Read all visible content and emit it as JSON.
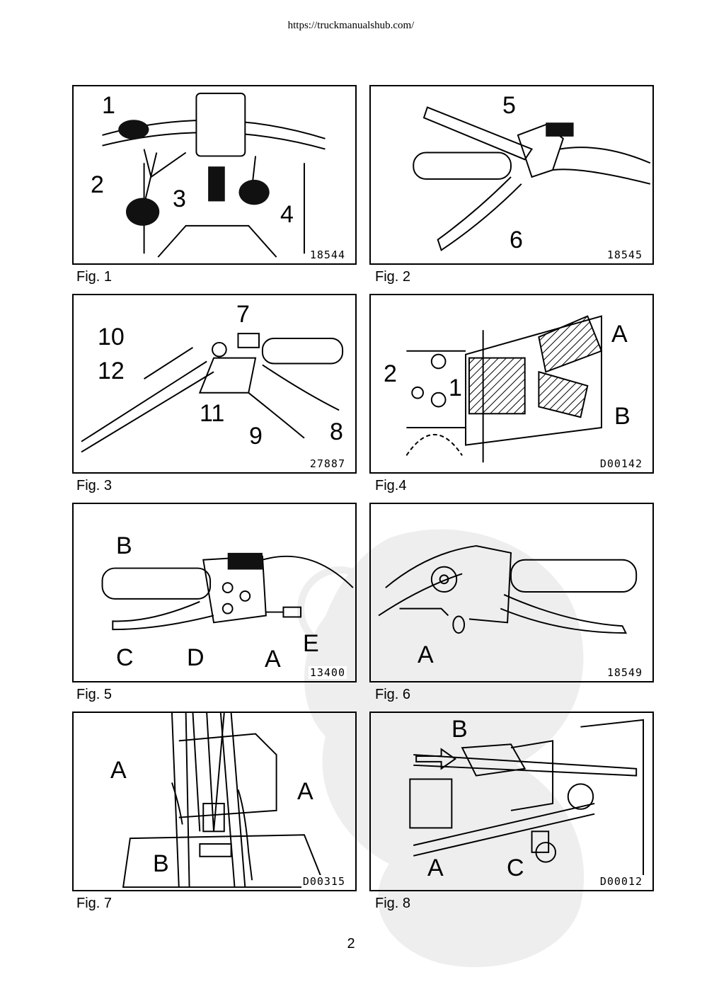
{
  "header": {
    "url": "https://truckmanualshub.com/"
  },
  "figures": [
    {
      "caption": "Fig. 1",
      "number": "18544",
      "labels": [
        "1",
        "2",
        "3",
        "4"
      ]
    },
    {
      "caption": "Fig. 2",
      "number": "18545",
      "labels": [
        "5",
        "6"
      ]
    },
    {
      "caption": "Fig. 3",
      "number": "27887",
      "labels": [
        "7",
        "10",
        "12",
        "11",
        "9",
        "8"
      ]
    },
    {
      "caption": "Fig.4",
      "number": "D00142",
      "labels": [
        "A",
        "2",
        "1",
        "B"
      ]
    },
    {
      "caption": "Fig. 5",
      "number": "13400",
      "labels": [
        "B",
        "C",
        "D",
        "A",
        "E"
      ]
    },
    {
      "caption": "Fig. 6",
      "number": "18549",
      "labels": [
        "A"
      ]
    },
    {
      "caption": "Fig. 7",
      "number": "D00315",
      "labels": [
        "A",
        "A",
        "B"
      ]
    },
    {
      "caption": "Fig. 8",
      "number": "D00012",
      "labels": [
        "B",
        "A",
        "C"
      ]
    }
  ],
  "footer": {
    "page_number": "2"
  }
}
